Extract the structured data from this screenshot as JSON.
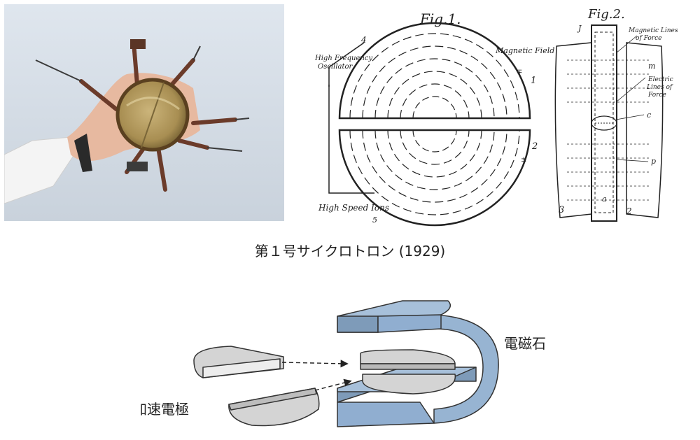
{
  "caption": "第１号サイクロトロン (1929)",
  "patent": {
    "fig1_title": "Fig.1.",
    "fig2_title": "Fig.2.",
    "fig1_labels": {
      "oscillator_line1": "High Frequency",
      "oscillator_line2": "Oscillator",
      "magnetic_field": "Magnetic Field",
      "ions": "High Speed Ions",
      "ref_4": "4",
      "ref_1": "1",
      "ref_2": "2",
      "ref_5": "5",
      "ref_plus": "∓",
      "ref_pm": "±"
    },
    "fig2_labels": {
      "lines_of_force_line1": "Magnetic Lines",
      "lines_of_force_line2": "of Force",
      "electric_line1": "Electric",
      "electric_line2": "Lines of",
      "electric_line3": "Force",
      "ref_m": "m",
      "ref_c": "c",
      "ref_p": "p",
      "ref_a": "a",
      "ref_j": "J",
      "ref_3": "3",
      "ref_2": "2"
    }
  },
  "schematic": {
    "magnet_label": "電磁石",
    "electrode_label": "加速電極",
    "magnet_color": "#97b4d2",
    "electrode_color": "#d4d4d4"
  }
}
